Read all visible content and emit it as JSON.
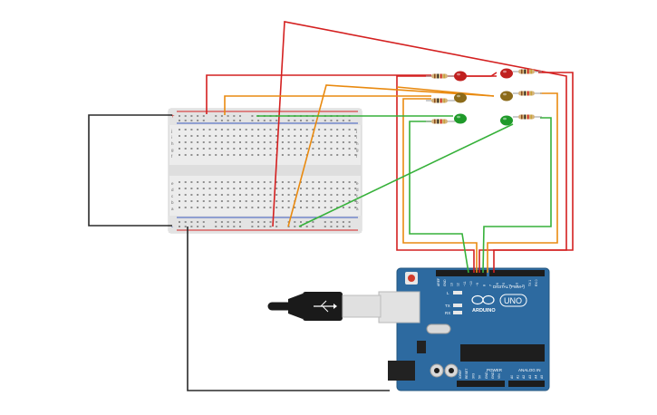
{
  "breadboard": {
    "row_letters_top": [
      "j",
      "i",
      "h",
      "g",
      "f"
    ],
    "row_letters_bottom": [
      "e",
      "d",
      "c",
      "b",
      "a"
    ],
    "plus_label": "+",
    "minus_label": "-"
  },
  "arduino": {
    "brand": "ARDUINO",
    "model": "UNO",
    "digital_label": "DIGITAL (PWM~)",
    "power_label": "POWER",
    "analog_label": "ANALOG IN",
    "led_tx": "TX",
    "led_rx": "RX",
    "led_l": "L",
    "pin_labels_digital": [
      "AREF",
      "GND",
      "13",
      "12",
      "~11",
      "~10",
      "~9",
      "8",
      "7",
      "~6",
      "~5",
      "4",
      "~3",
      "2",
      "TX 1",
      "RX 0"
    ],
    "pin_labels_power": [
      "IOREF",
      "RESET",
      "3V3",
      "5V",
      "GND",
      "GND",
      "VIN"
    ],
    "pin_labels_analog": [
      "A0",
      "A1",
      "A2",
      "A3",
      "A4",
      "A5"
    ]
  },
  "leds": [
    {
      "color_name": "red",
      "color": "#c0201f"
    },
    {
      "color_name": "yellow",
      "color": "#8c6b1a"
    },
    {
      "color_name": "green",
      "color": "#1f9a2a"
    },
    {
      "color_name": "red",
      "color": "#c0201f"
    },
    {
      "color_name": "yellow",
      "color": "#8c6b1a"
    },
    {
      "color_name": "green",
      "color": "#1f9a2a"
    }
  ],
  "wire_colors": {
    "red": "#d42020",
    "orange": "#e98a10",
    "green": "#36b13a",
    "black": "#2a2a2a"
  },
  "board_color": "#2d6aa0"
}
